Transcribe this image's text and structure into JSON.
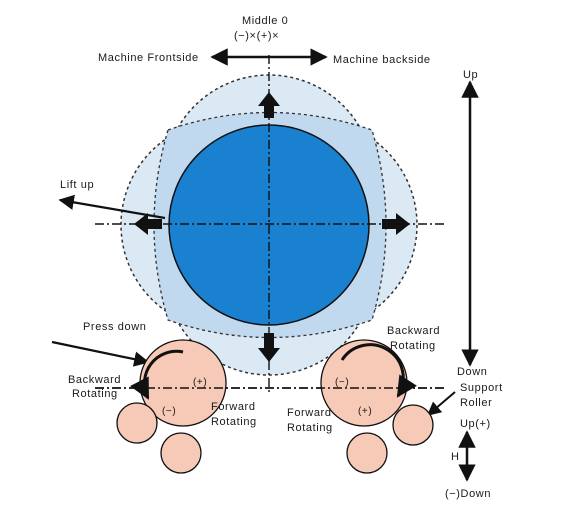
{
  "labels": {
    "middle_title": "Middle 0",
    "middle_sub": "(−)×(+)×",
    "front": "Machine Frontside",
    "back": "Machine backside",
    "up": "Up",
    "down": "Down",
    "lift_up": "Lift up",
    "press_down": "Press down",
    "backward_rotating_right_1": "Backward",
    "backward_rotating_right_2": "Rotating",
    "backward_rotating_left_1": "Backward",
    "backward_rotating_left_2": "Rotating",
    "forward_rotating_left_1": "Forward",
    "forward_rotating_left_2": "Rotating",
    "forward_rotating_right_1": "Forward",
    "forward_rotating_right_2": "Rotating",
    "support_roller_1": "Support",
    "support_roller_2": "Roller",
    "up_plus": "Up(+)",
    "h": "H",
    "minus_down": "(−)Down",
    "plus_left": "(+)",
    "minus_left": "(−)",
    "minus_right": "(−)",
    "plus_right": "(+)"
  },
  "colors": {
    "main_roller": "#1a80d0",
    "halo_outer": "#dbe9f5",
    "halo_inner": "#c1d9ee",
    "support_roller": "#f6cab7",
    "ink": "#111111"
  },
  "icons": {
    "up_arrow": "arrow-up-icon",
    "down_arrow": "arrow-down-icon",
    "left_arrow": "arrow-left-icon",
    "right_arrow": "arrow-right-icon",
    "rotation_arrow": "curved-arrow-icon"
  }
}
